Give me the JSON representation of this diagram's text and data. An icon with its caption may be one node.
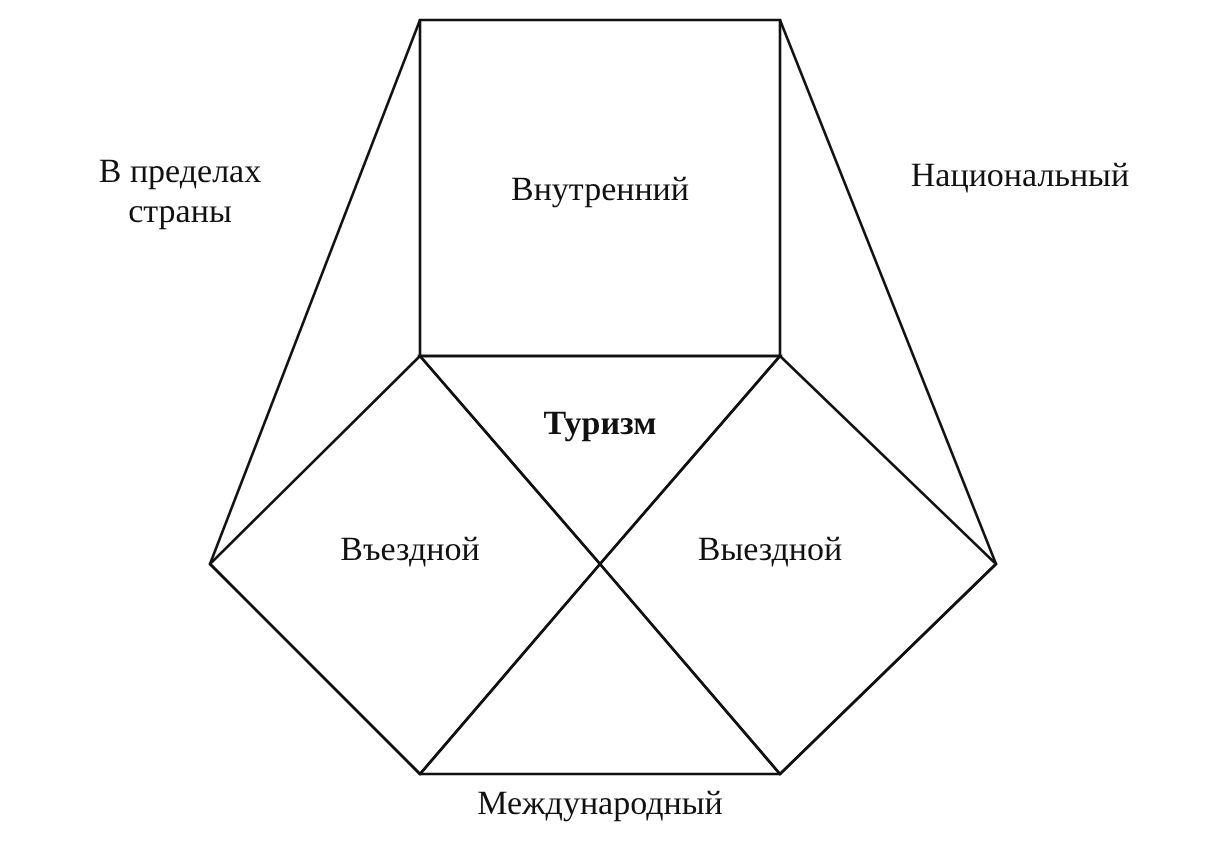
{
  "diagram": {
    "nodes": [
      {
        "text": [
          "Внутренний"
        ]
      },
      {
        "text": [
          "Туризм"
        ]
      },
      {
        "text": [
          "Въездной"
        ]
      },
      {
        "text": [
          "Выездной"
        ]
      }
    ],
    "labels": [
      "В пределах страны",
      "Национальный",
      "Международный"
    ]
  }
}
